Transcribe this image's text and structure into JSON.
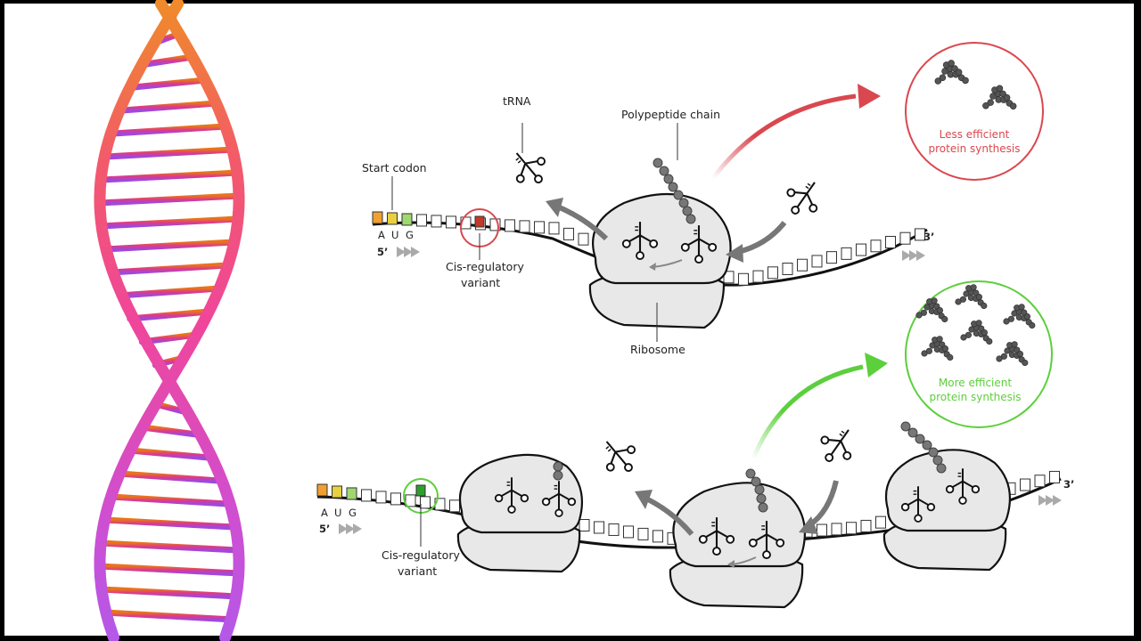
{
  "labels": {
    "trna": "tRNA",
    "polypeptide_chain": "Polypeptide chain",
    "start_codon": "Start codon",
    "ribosome": "Ribosome",
    "cis_variant_line1": "Cis-regulatory",
    "cis_variant_line2": "variant",
    "five_prime": "5’",
    "three_prime": "3’",
    "codon_letters": [
      "A",
      "U",
      "G"
    ]
  },
  "outcomes": {
    "less": {
      "line1": "Less efficient",
      "line2": "protein synthesis"
    },
    "more": {
      "line1": "More efficient",
      "line2": "protein synthesis"
    }
  },
  "colors": {
    "less_efficient": "#d9484f",
    "more_efficient": "#5ccf3c",
    "variant_red": "#c0392b",
    "variant_green": "#2e9e2e",
    "codon_a": "#f0a030",
    "codon_u": "#e8d040",
    "codon_g": "#9fd870",
    "dna_top": "#f08a2a",
    "dna_mid": "#f0469a",
    "dna_bottom": "#b558e8"
  },
  "icons": {
    "helix": "dna-double-helix",
    "ribosome": "ribosome-icon",
    "trna": "trna-icon",
    "protein": "protein-cluster-icon"
  }
}
